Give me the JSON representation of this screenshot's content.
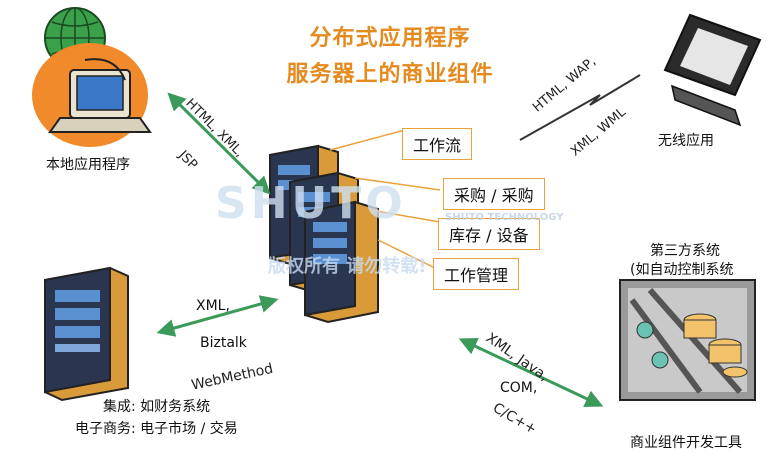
{
  "title": {
    "line1": "分布式应用程序",
    "line2": "服务器上的商业组件"
  },
  "components": [
    "工作流",
    "采购 / 采购",
    "库存 / 设备",
    "工作管理"
  ],
  "local_app": {
    "label": "本地应用程序"
  },
  "local_link": {
    "line1": "HTML, XML,",
    "line2": "JSP"
  },
  "wireless": {
    "label": "无线应用",
    "proto1": "HTML, WAP,",
    "proto2": "XML, WML"
  },
  "finance": {
    "proto1": "XML,",
    "proto2": "Biztalk",
    "proto3": "WebMethod",
    "label1": "集成: 如财务系统",
    "label2": "电子商务: 电子市场 / 交易"
  },
  "third_party": {
    "title1": "第三方系统",
    "title2": "(如自动控制系统",
    "proto1": "XML, Java,",
    "proto2": "COM,",
    "proto3": "C/C++",
    "label": "商业组件开发工具"
  },
  "watermark": {
    "logo": "SHUTO",
    "tech": "SHUTO TECHNOLOGY",
    "cn": "版权所有 请勿转载!"
  },
  "colors": {
    "title": "#e58a1f",
    "arrow": "#3b9a5a",
    "box_border": "#e9a23b",
    "server_body": "#d99a3a",
    "server_panel": "#2a3550"
  }
}
